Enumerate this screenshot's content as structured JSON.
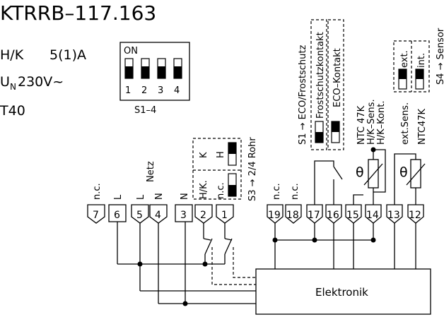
{
  "header": {
    "model": "KTRRB–117.163",
    "hk_label": "H/K",
    "hk_value": "5(1)A",
    "voltage_sym": "U",
    "voltage_sub": "N",
    "voltage_value": "230V~",
    "temp_class": "T40"
  },
  "dip_switch": {
    "on_label": "ON",
    "switch_numbers": [
      "1",
      "2",
      "3",
      "4"
    ],
    "caption": "S1–4"
  },
  "labels": {
    "s3_caption": "S3 → 2/4 Rohr",
    "s3_k": "K",
    "s3_h": "H",
    "s3_hk": "H/K.",
    "s3_nc": "n.c.",
    "s1_caption": "S1 → ECO/Frostschutz",
    "frost_kontakt": "Frostschutzkontakt",
    "eco_kontakt": "ECO–Kontakt",
    "s4_caption": "S4 → Sensor",
    "s4_ext": "ext.",
    "s4_int": "int.",
    "ntc_47k": "NTC 47K",
    "hk_sens": "H/K–Sens.",
    "hk_kont": "H/K–Kont.",
    "ext_sens": "ext.Sens.",
    "ntc47k": "NTC47K",
    "netz": "Netz",
    "nc": "n.c.",
    "l": "L",
    "n": "N",
    "theta": "θ",
    "elektronik": "Elektronik"
  },
  "terminals_left": [
    "7",
    "6",
    "5",
    "4",
    "3",
    "2",
    "1"
  ],
  "terminals_right": [
    "19",
    "18",
    "17",
    "16",
    "15",
    "14",
    "13",
    "12"
  ]
}
